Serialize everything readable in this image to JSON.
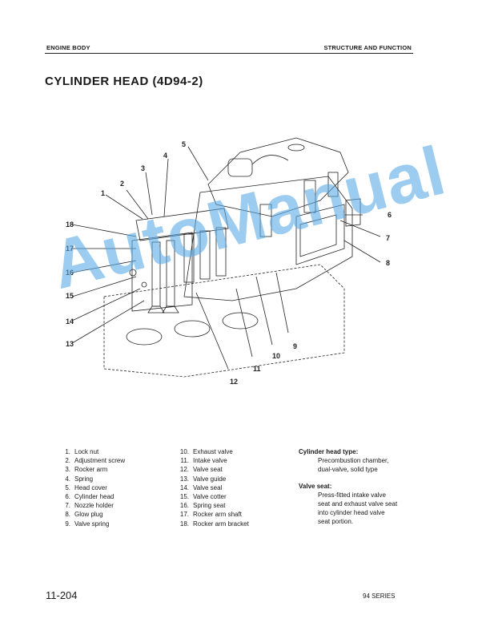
{
  "header": {
    "section": "ENGINE BODY",
    "chapter": "STRUCTURE AND FUNCTION"
  },
  "title": "CYLINDER HEAD (4D94-2)",
  "figure": {
    "callouts": [
      "1",
      "2",
      "3",
      "4",
      "5",
      "6",
      "7",
      "8",
      "9",
      "10",
      "11",
      "12",
      "13",
      "14",
      "15",
      "16",
      "17",
      "18"
    ]
  },
  "watermark": "AutoManual",
  "parts": [
    {
      "num": "1.",
      "name": "Lock nut"
    },
    {
      "num": "2.",
      "name": "Adjustment screw"
    },
    {
      "num": "3.",
      "name": "Rocker arm"
    },
    {
      "num": "4.",
      "name": "Spring"
    },
    {
      "num": "5.",
      "name": "Head cover"
    },
    {
      "num": "6.",
      "name": "Cylinder head"
    },
    {
      "num": "7.",
      "name": "Nozzle holder"
    },
    {
      "num": "8.",
      "name": "Glow plug"
    },
    {
      "num": "9.",
      "name": "Valve spring"
    },
    {
      "num": "10.",
      "name": "Exhaust valve"
    },
    {
      "num": "11.",
      "name": "Intake valve"
    },
    {
      "num": "12.",
      "name": "Valve seat"
    },
    {
      "num": "13.",
      "name": "Valve guide"
    },
    {
      "num": "14.",
      "name": "Valve seal"
    },
    {
      "num": "15.",
      "name": "Valve cotter"
    },
    {
      "num": "16.",
      "name": "Spring seat"
    },
    {
      "num": "17.",
      "name": "Rocker arm shaft"
    },
    {
      "num": "18.",
      "name": "Rocker arm bracket"
    }
  ],
  "notes": [
    {
      "heading": "Cylinder head type:",
      "lines": [
        "Precombustion chamber,",
        "dual-valve, solid type"
      ]
    },
    {
      "heading": "Valve seat:",
      "lines": [
        "Press-fitted intake valve",
        "seat and exhaust valve seat",
        "into cylinder head valve",
        "seat portion."
      ]
    }
  ],
  "footer": {
    "page": "11-204",
    "series": "94 SERIES"
  }
}
